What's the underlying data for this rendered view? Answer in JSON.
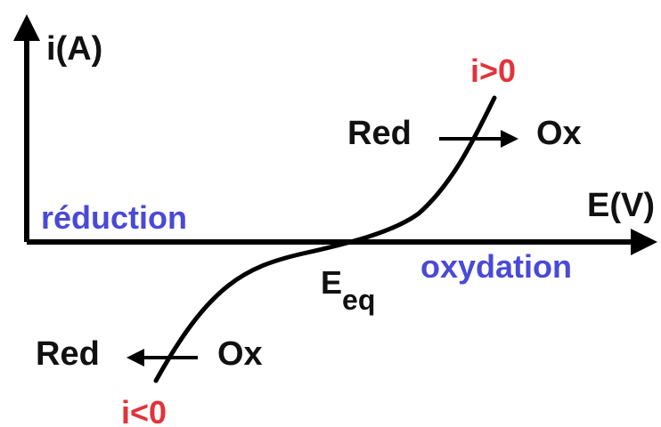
{
  "axes": {
    "y_label": "i(A)",
    "x_label": "E(V)"
  },
  "regions": {
    "reduction": "réduction",
    "oxydation": "oxydation"
  },
  "equilibrium": {
    "symbol": "E",
    "subscript": "eq"
  },
  "anodic": {
    "current": "i>0",
    "from": "Red",
    "to": "Ox"
  },
  "cathodic": {
    "current": "i<0",
    "from": "Ox",
    "to": "Red"
  },
  "colors": {
    "axis": "#000000",
    "curve": "#000000",
    "text": "#111111",
    "region_label": "#4a4ad6",
    "current_label": "#e2333b"
  }
}
